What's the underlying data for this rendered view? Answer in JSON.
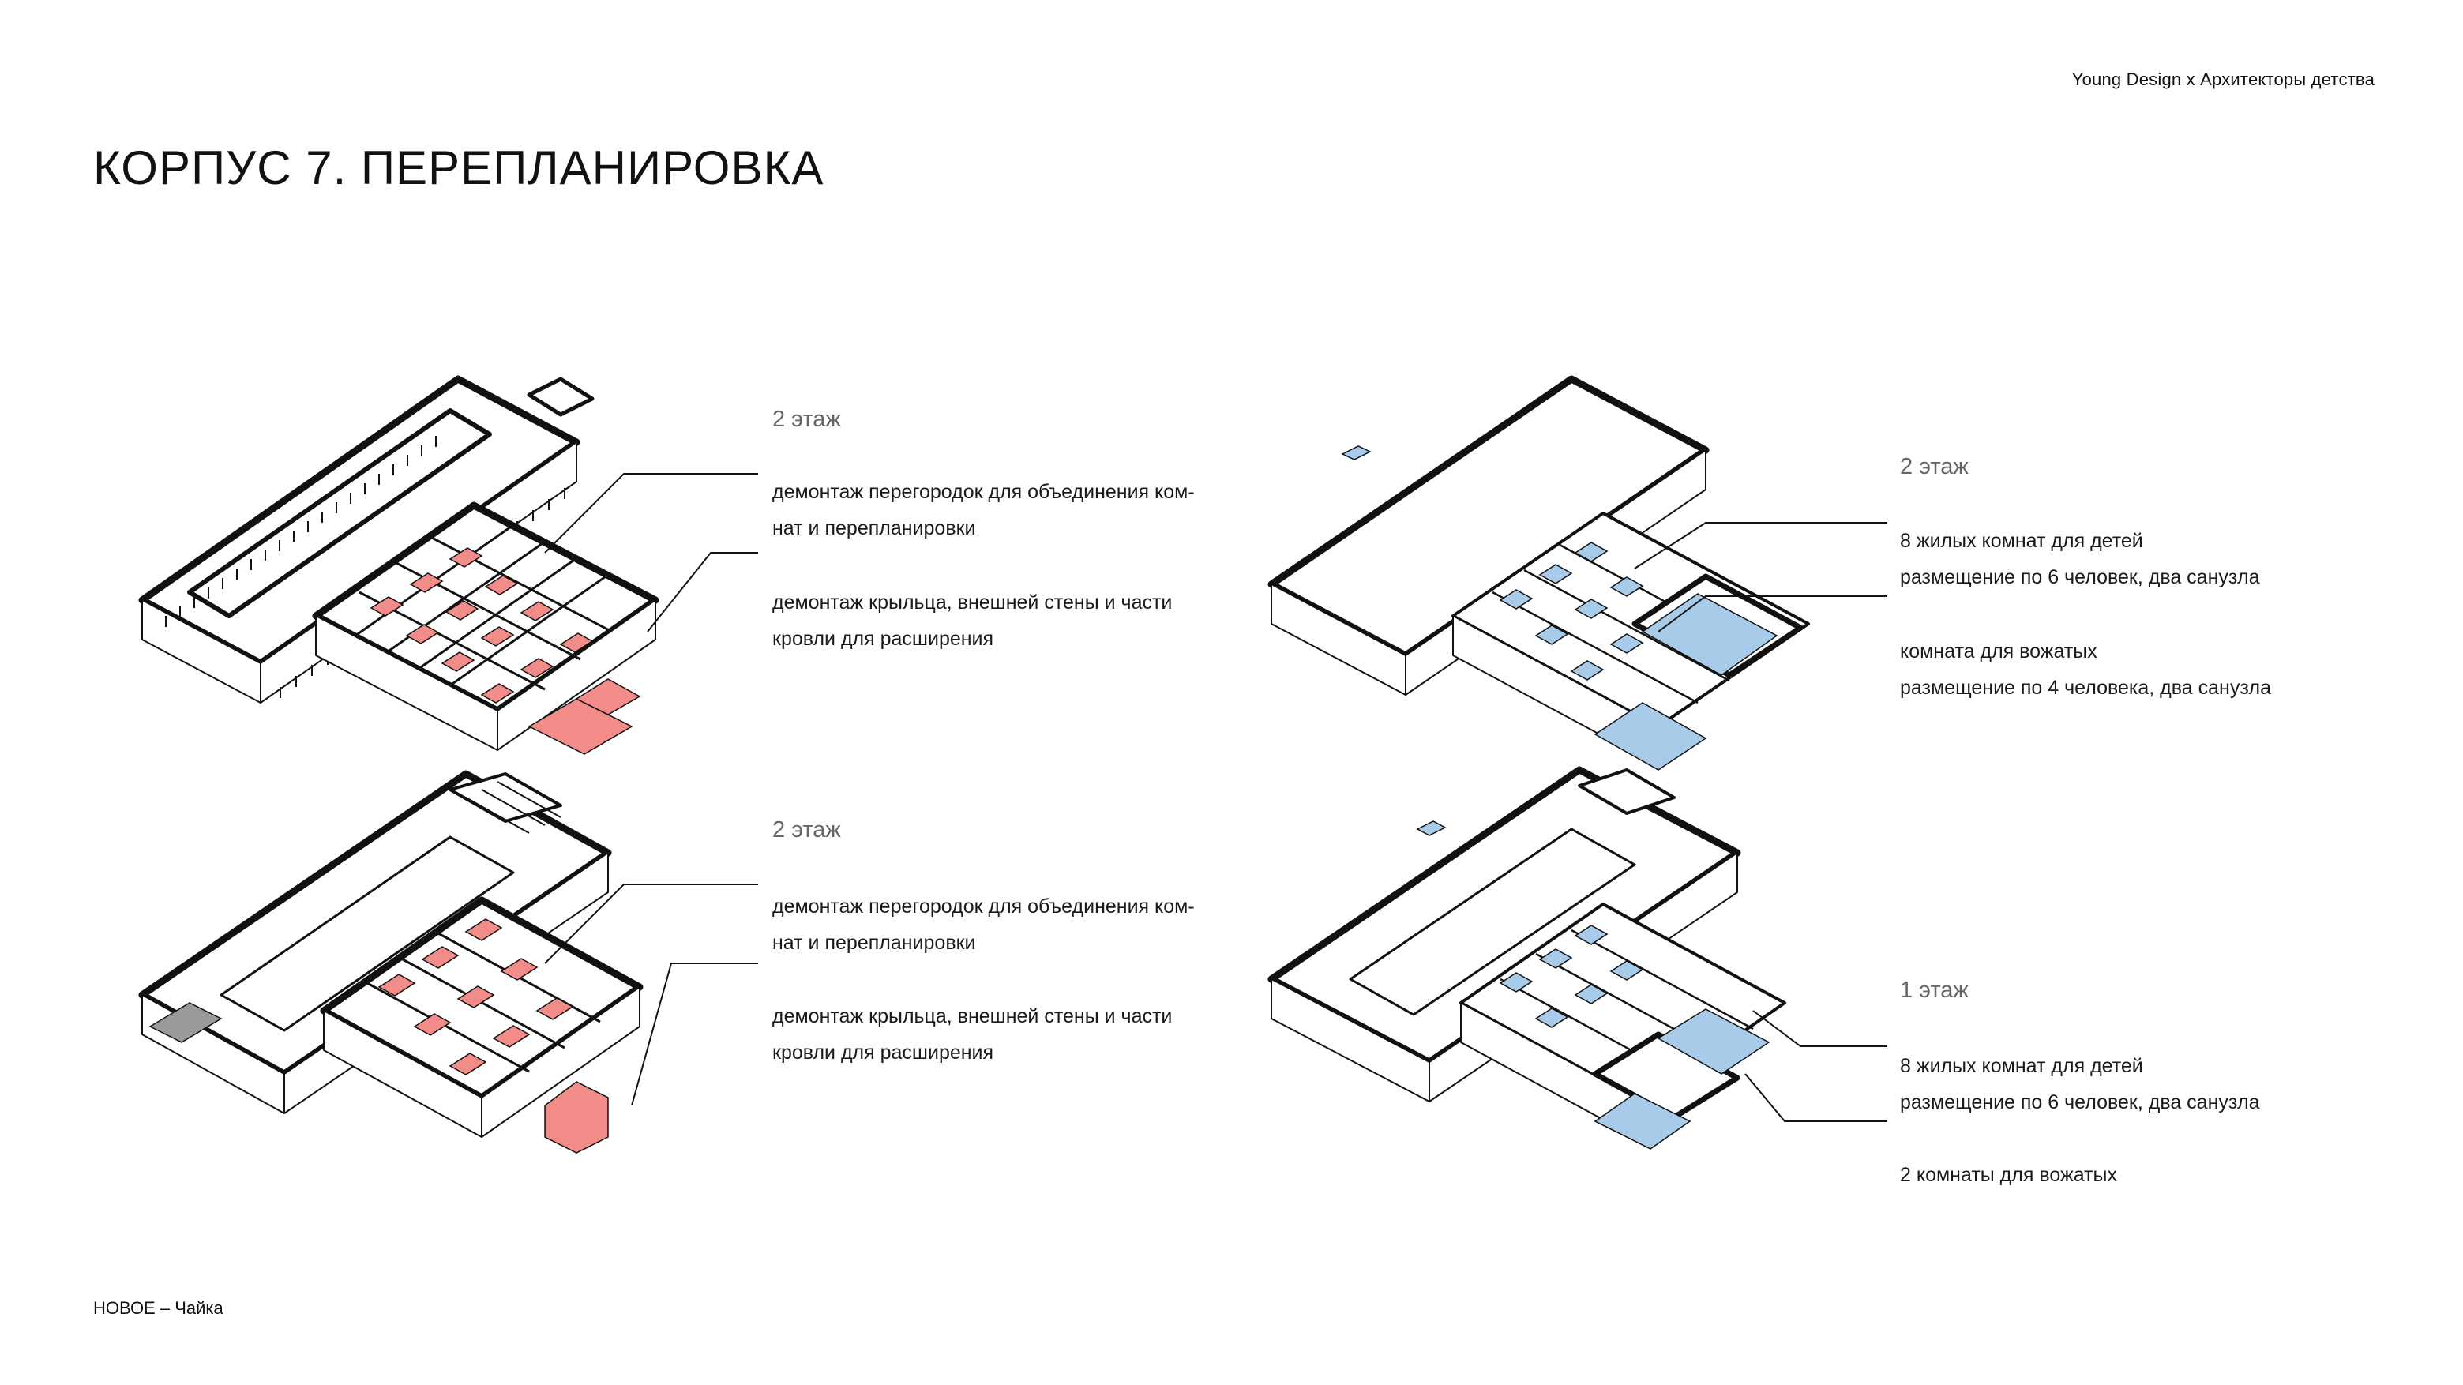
{
  "header": {
    "brand": "Young Design х Архитекторы детства"
  },
  "title": "КОРПУС 7. ПЕРЕПЛАНИРОВКА",
  "footer": {
    "text": "НОВОЕ – Чайка"
  },
  "colors": {
    "demolition": "#f28c88",
    "new_rooms": "#a9cbea",
    "ink": "#111111",
    "roof_grey": "#9a9a9a"
  },
  "panels": {
    "top_left": {
      "floor_label": "2 этаж",
      "notes": [
        {
          "lines": [
            "демонтаж перегородок для объединения ком-",
            "нат и перепланировки"
          ]
        },
        {
          "lines": [
            "демонтаж крыльца, внешней стены и части",
            "кровли для расширения"
          ]
        }
      ]
    },
    "bottom_left": {
      "floor_label": "2 этаж",
      "notes": [
        {
          "lines": [
            "демонтаж перегородок для объединения ком-",
            "нат и перепланировки"
          ]
        },
        {
          "lines": [
            "демонтаж крыльца, внешней стены и части",
            "кровли для расширения"
          ]
        }
      ]
    },
    "top_right": {
      "floor_label": "2 этаж",
      "notes": [
        {
          "lines": [
            "8 жилых комнат для детей",
            "размещение по 6 человек, два санузла"
          ]
        },
        {
          "lines": [
            "комната для вожатых",
            "размещение по 4 человека, два санузла"
          ]
        }
      ]
    },
    "bottom_right": {
      "floor_label": "1 этаж",
      "notes": [
        {
          "lines": [
            "8 жилых комнат для детей",
            "размещение по 6 человек, два санузла"
          ]
        },
        {
          "lines": [
            "2 комнаты для вожатых"
          ]
        }
      ]
    }
  }
}
